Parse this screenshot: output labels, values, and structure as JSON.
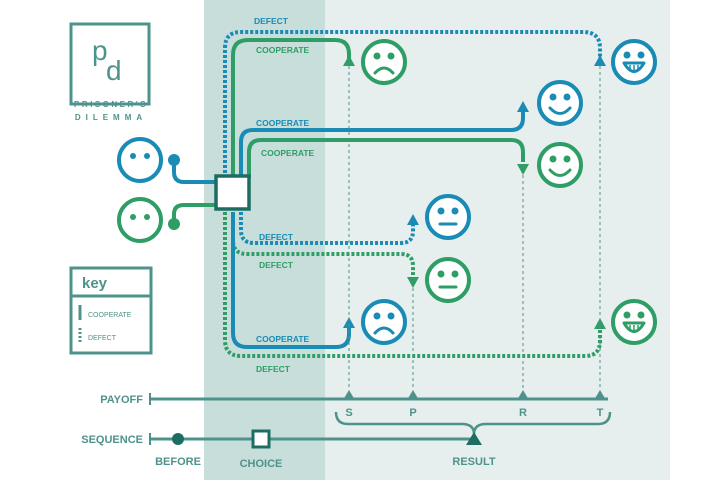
{
  "logo": {
    "mark_p": "p",
    "mark_d": "d",
    "line1": "PRISONER'S",
    "line2": "DILEMMA"
  },
  "key": {
    "title": "key",
    "cooperate": "COOPERATE",
    "defect": "DEFECT"
  },
  "paths": {
    "blue_defect_top": "DEFECT",
    "green_cooperate_top": "COOPERATE",
    "blue_cooperate_mid": "COOPERATE",
    "green_cooperate_mid": "COOPERATE",
    "blue_defect_mid": "DEFECT",
    "green_defect_mid": "DEFECT",
    "blue_cooperate_bottom": "COOPERATE",
    "green_defect_bottom": "DEFECT"
  },
  "payoff": {
    "label": "PAYOFF",
    "ticks": [
      "S",
      "P",
      "R",
      "T"
    ]
  },
  "sequence": {
    "label": "SEQUENCE",
    "before": "BEFORE",
    "choice": "CHOICE",
    "result": "RESULT"
  },
  "colors": {
    "blue": "#1a8bb5",
    "green": "#2e9e66",
    "teal": "#4e938b",
    "band": "#c8dedb",
    "panel": "#e6efee"
  }
}
